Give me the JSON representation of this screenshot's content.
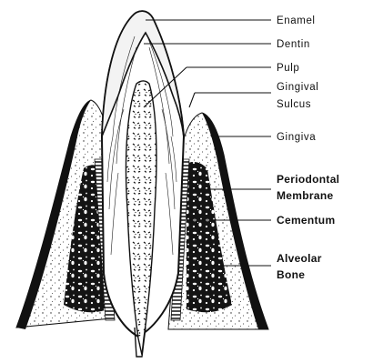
{
  "diagram": {
    "labels": {
      "enamel": "Enamel",
      "dentin": "Dentin",
      "pulp": "Pulp",
      "gingival": "Gingival",
      "sulcus": "Sulcus",
      "gingiva": "Gingiva",
      "periodontal": "Periodontal",
      "membrane": "Membrane",
      "cementum": "Cementum",
      "alveolar": "Alveolar",
      "bone": "Bone"
    }
  }
}
